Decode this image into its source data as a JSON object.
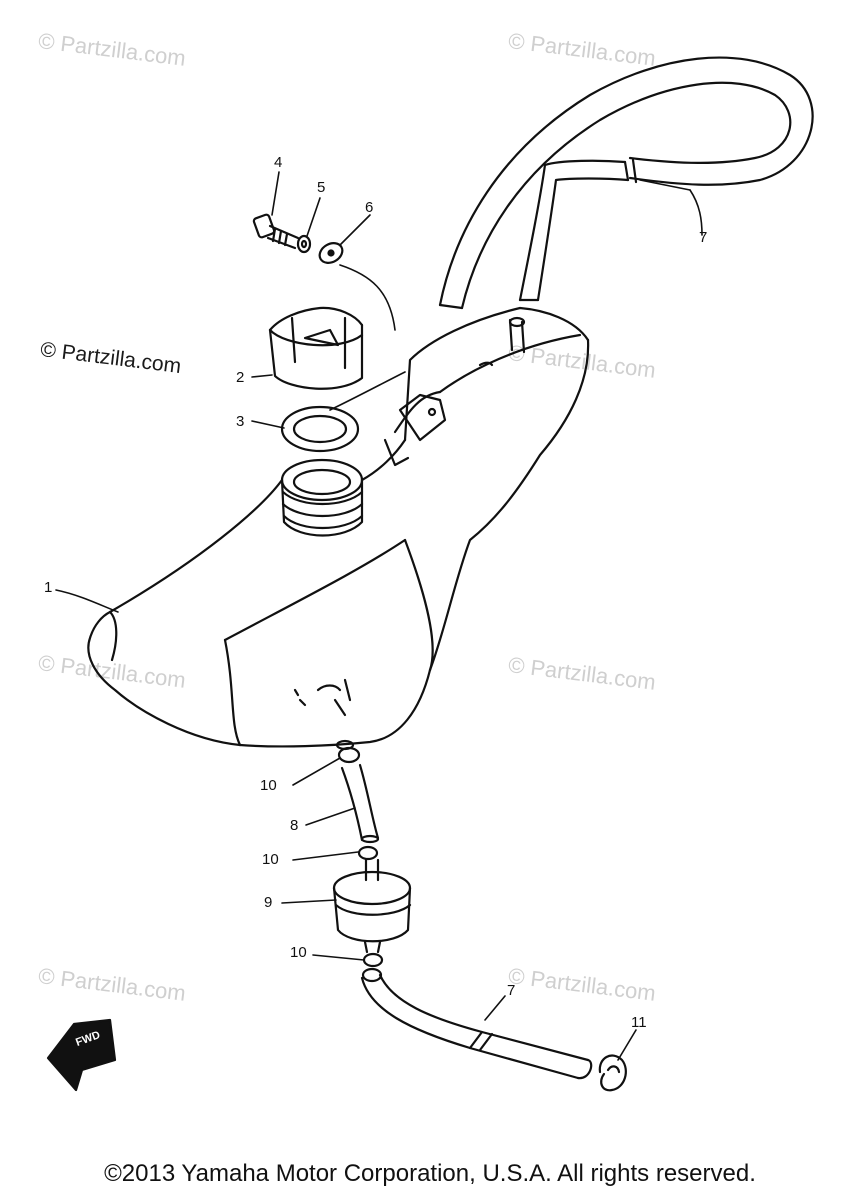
{
  "watermarks": [
    "© Partzilla.com",
    "© Partzilla.com",
    "© Partzilla.com",
    "© Partzilla.com",
    "© Partzilla.com",
    "© Partzilla.com",
    "© Partzilla.com",
    "© Partzilla.com"
  ],
  "callouts": [
    "1",
    "2",
    "3",
    "4",
    "5",
    "6",
    "7",
    "7",
    "8",
    "9",
    "10",
    "10",
    "10",
    "11"
  ],
  "fwd_label": "FWD",
  "copyright": "©2013 Yamaha Motor Corporation, U.S.A. All rights reserved."
}
